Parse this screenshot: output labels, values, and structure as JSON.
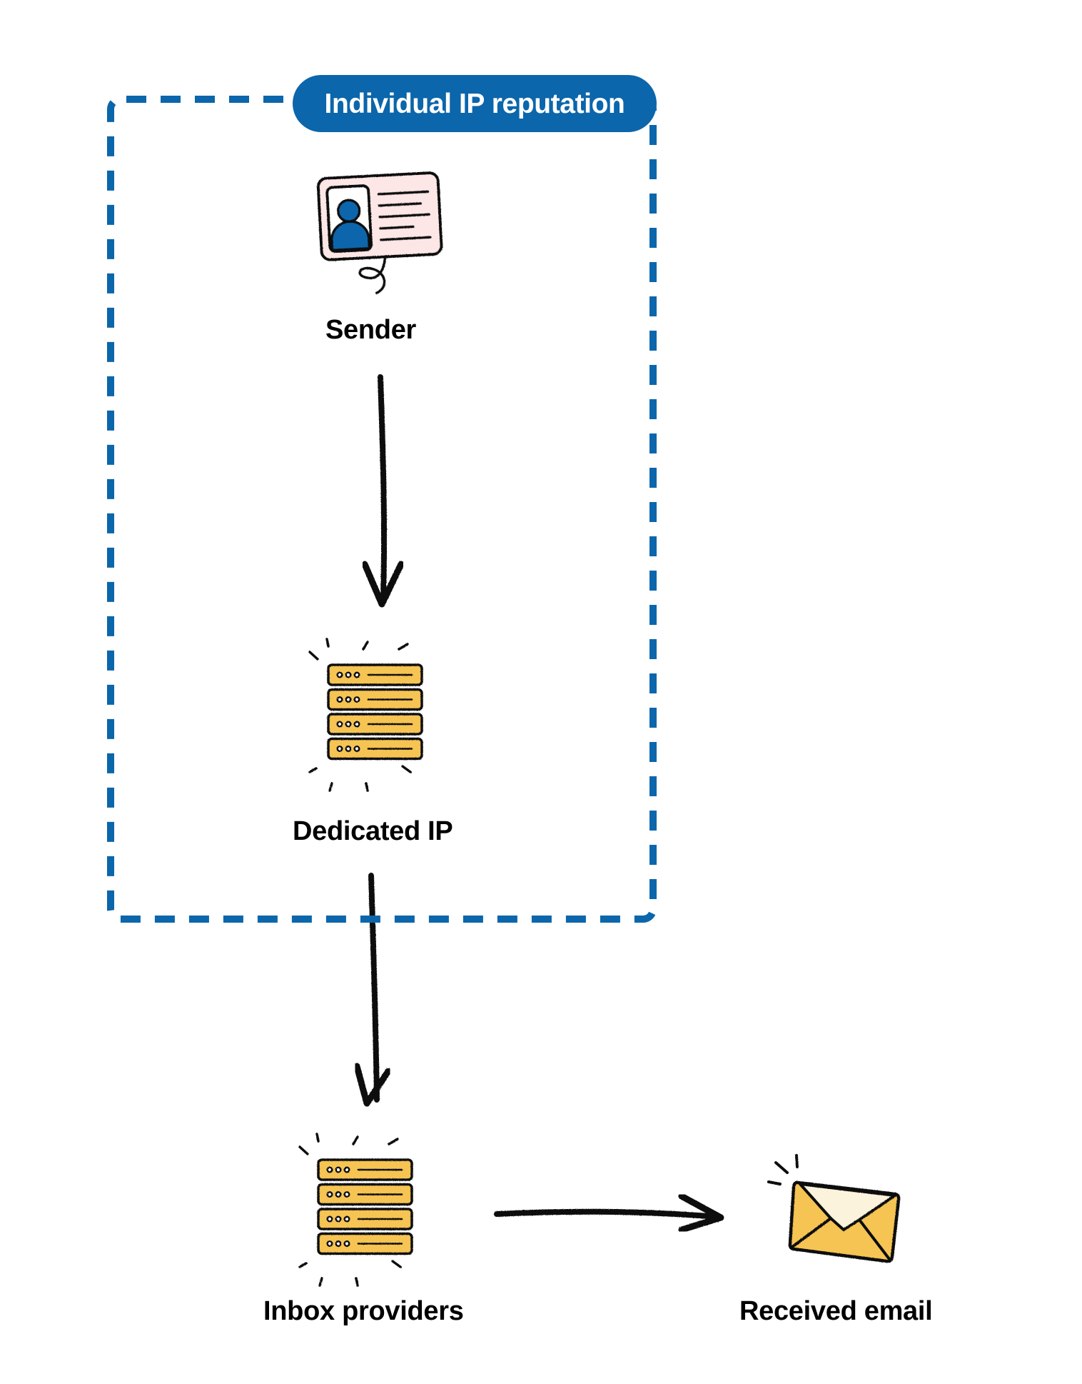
{
  "colors": {
    "group_blue": "#0B66AB",
    "server_fill": "#F6C453",
    "card_fill": "#FCE6E6",
    "avatar_blue": "#0B66AB",
    "envelope_fill": "#F6C453",
    "envelope_flap": "#FCF3DC",
    "ink": "#111111",
    "background": "#FFFFFF"
  },
  "group": {
    "title": "Individual IP reputation",
    "style": "dashed"
  },
  "nodes": [
    {
      "id": "sender",
      "label": "Sender",
      "icon": "id-card-icon"
    },
    {
      "id": "dedicated-ip",
      "label": "Dedicated IP",
      "icon": "server-stack-icon"
    },
    {
      "id": "inbox-providers",
      "label": "Inbox providers",
      "icon": "server-stack-icon"
    },
    {
      "id": "received-email",
      "label": "Received email",
      "icon": "envelope-icon"
    }
  ],
  "edges": [
    {
      "from": "sender",
      "to": "dedicated-ip",
      "direction": "down"
    },
    {
      "from": "dedicated-ip",
      "to": "inbox-providers",
      "direction": "down"
    },
    {
      "from": "inbox-providers",
      "to": "received-email",
      "direction": "right"
    }
  ]
}
